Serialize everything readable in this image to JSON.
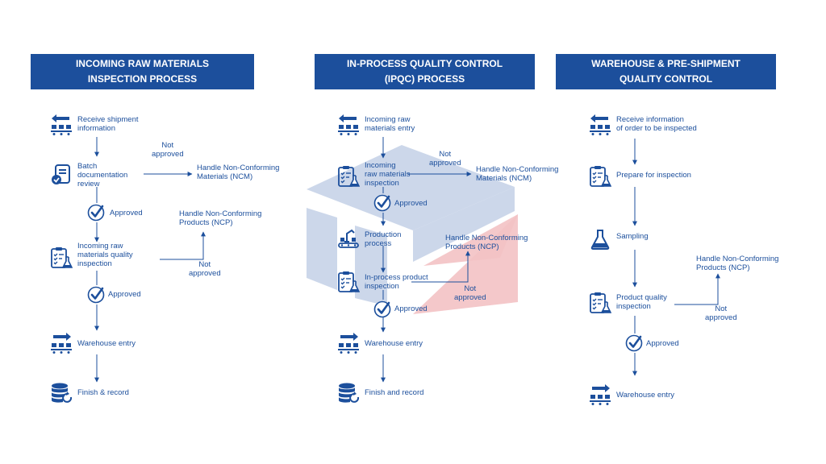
{
  "colors": {
    "primary": "#1c4f9c",
    "header_text": "#ffffff",
    "watermark_blue": "#c7d3e8",
    "watermark_red": "#f3c2c4"
  },
  "columns": [
    {
      "title_line1": "INCOMING RAW MATERIALS",
      "title_line2": "INSPECTION PROCESS",
      "steps": {
        "receive_l1": "Receive shipment",
        "receive_l2": "information",
        "batch_l1": "Batch",
        "batch_l2": "documentation",
        "batch_l3": "review",
        "incoming_l1": "Incoming raw",
        "incoming_l2": "materials quality",
        "incoming_l3": "inspection",
        "warehouse": "Warehouse entry",
        "finish": "Finish & record"
      },
      "branches": {
        "ncm_l1": "Handle Non-Conforming",
        "ncm_l2": "Materials (NCM)",
        "ncp_l1": "Handle Non-Conforming",
        "ncp_l2": "Products (NCP)"
      },
      "decisions": {
        "not1_l1": "Not",
        "not1_l2": "approved",
        "approved1": "Approved",
        "not2_l1": "Not",
        "not2_l2": "approved",
        "approved2": "Approved"
      },
      "icons": [
        "arrow-boxes-icon",
        "document-check-icon",
        "checklist-flask-icon",
        "arrow-boxes-icon",
        "database-refresh-icon"
      ]
    },
    {
      "title_line1": "IN-PROCESS QUALITY CONTROL",
      "title_line2": "(IPQC) PROCESS",
      "steps": {
        "entry_l1": "Incoming raw",
        "entry_l2": "materials entry",
        "inspect_l1": "Incoming",
        "inspect_l2": "raw materials",
        "inspect_l3": "inspection",
        "production_l1": "Production",
        "production_l2": "process",
        "inprocess_l1": "In-process product",
        "inprocess_l2": "inspection",
        "warehouse": "Warehouse entry",
        "finish": "Finish and record"
      },
      "branches": {
        "ncm_l1": "Handle Non-Conforming",
        "ncm_l2": "Materials (NCM)",
        "ncp_l1": "Handle Non-Conforming",
        "ncp_l2": "Products (NCP)"
      },
      "decisions": {
        "not1_l1": "Not",
        "not1_l2": "approved",
        "approved1": "Approved",
        "not2_l1": "Not",
        "not2_l2": "approved",
        "approved2": "Approved"
      },
      "icons": [
        "arrow-boxes-icon",
        "checklist-flask-icon",
        "conveyor-robot-icon",
        "checklist-flask-icon",
        "arrow-boxes-icon",
        "database-refresh-icon"
      ]
    },
    {
      "title_line1": "WAREHOUSE & PRE-SHIPMENT",
      "title_line2": "QUALITY CONTROL",
      "steps": {
        "receive_l1": "Receive information",
        "receive_l2": "of order to be inspected",
        "prepare": "Prepare for inspection",
        "sampling": "Sampling",
        "product_l1": "Product quality",
        "product_l2": "inspection",
        "warehouse": "Warehouse entry"
      },
      "branches": {
        "ncp_l1": "Handle Non-Conforming",
        "ncp_l2": "Products (NCP)"
      },
      "decisions": {
        "not_l1": "Not",
        "not_l2": "approved",
        "approved": "Approved"
      },
      "icons": [
        "arrow-boxes-icon",
        "checklist-flask-icon",
        "flask-icon",
        "checklist-flask-icon",
        "arrow-boxes-icon"
      ]
    }
  ]
}
